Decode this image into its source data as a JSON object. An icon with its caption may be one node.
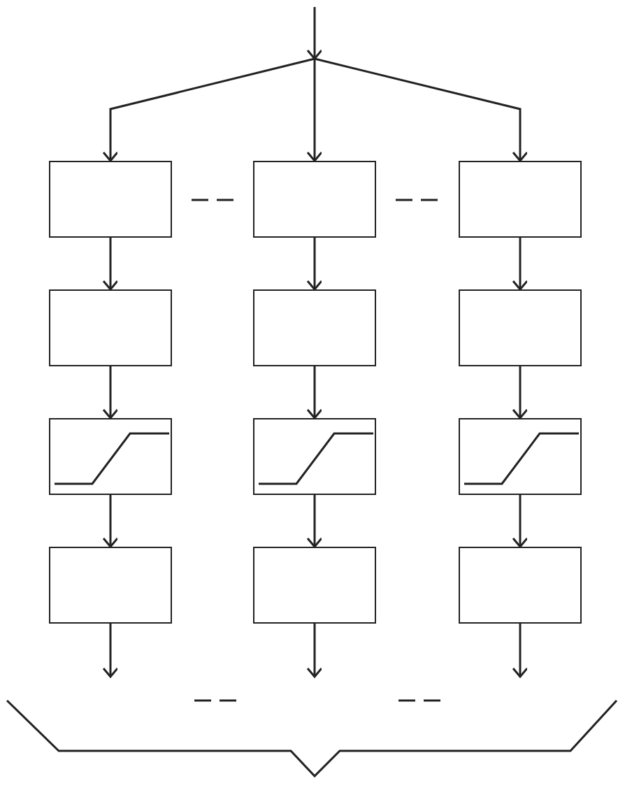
{
  "diagram": {
    "nodes": [
      {
        "text": [],
        "shape": "box"
      },
      {
        "text": [],
        "shape": "box"
      },
      {
        "text": [],
        "shape": "box"
      },
      {
        "text": [],
        "shape": "box"
      },
      {
        "text": [],
        "shape": "box"
      },
      {
        "text": [],
        "shape": "box"
      },
      {
        "text": [],
        "shape": "box"
      },
      {
        "text": [],
        "shape": "box"
      },
      {
        "text": [],
        "shape": "box"
      },
      {
        "text": [],
        "shape": "box"
      },
      {
        "text": [],
        "shape": "box"
      },
      {
        "text": [],
        "shape": "box"
      },
      {
        "text": [],
        "shape": "brace"
      }
    ],
    "edges": [
      {
        "from": null,
        "to": 0,
        "arrow": "to"
      },
      {
        "from": null,
        "to": 1,
        "arrow": "to"
      },
      {
        "from": null,
        "to": 2,
        "arrow": "to"
      },
      {
        "from": 0,
        "to": 3,
        "arrow": "to"
      },
      {
        "from": 1,
        "to": 4,
        "arrow": "to"
      },
      {
        "from": 2,
        "to": 5,
        "arrow": "to"
      },
      {
        "from": 3,
        "to": 6,
        "arrow": "to"
      },
      {
        "from": 4,
        "to": 7,
        "arrow": "to"
      },
      {
        "from": 5,
        "to": 8,
        "arrow": "to"
      },
      {
        "from": 6,
        "to": 9,
        "arrow": "to"
      },
      {
        "from": 7,
        "to": 10,
        "arrow": "to"
      },
      {
        "from": 8,
        "to": 11,
        "arrow": "to"
      },
      {
        "from": 9,
        "to": 12,
        "arrow": "to"
      },
      {
        "from": 10,
        "to": 12,
        "arrow": "to"
      },
      {
        "from": 11,
        "to": 12,
        "arrow": "to"
      }
    ]
  }
}
